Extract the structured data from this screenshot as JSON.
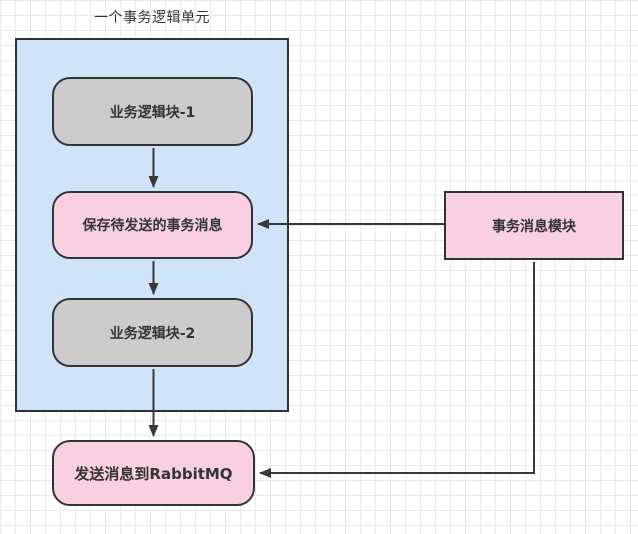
{
  "title": "一个事务逻辑单元",
  "container": {
    "label": "一个事务逻辑单元"
  },
  "nodes": {
    "logic_block_1": {
      "label": "业务逻辑块-1"
    },
    "save_tx_message": {
      "label": "保存待发送的事务消息"
    },
    "logic_block_2": {
      "label": "业务逻辑块-2"
    },
    "send_to_rabbitmq": {
      "label": "发送消息到RabbitMQ"
    },
    "tx_message_module": {
      "label": "事务消息模块"
    }
  },
  "edges": [
    {
      "from": "logic_block_1",
      "to": "save_tx_message",
      "direction": "down"
    },
    {
      "from": "save_tx_message",
      "to": "logic_block_2",
      "direction": "down"
    },
    {
      "from": "logic_block_2",
      "to": "send_to_rabbitmq",
      "direction": "down"
    },
    {
      "from": "tx_message_module",
      "to": "save_tx_message",
      "direction": "left"
    },
    {
      "from": "tx_message_module",
      "to": "send_to_rabbitmq",
      "direction": "down-left"
    }
  ],
  "colors": {
    "bg": "#ffffff",
    "grid": "#e9e9e9",
    "container_fill": "#cfe3f9",
    "gray_fill": "#cccccc",
    "pink_fill": "#f9d0e1",
    "border": "#333333",
    "line": "#383838",
    "text": "#333333"
  }
}
